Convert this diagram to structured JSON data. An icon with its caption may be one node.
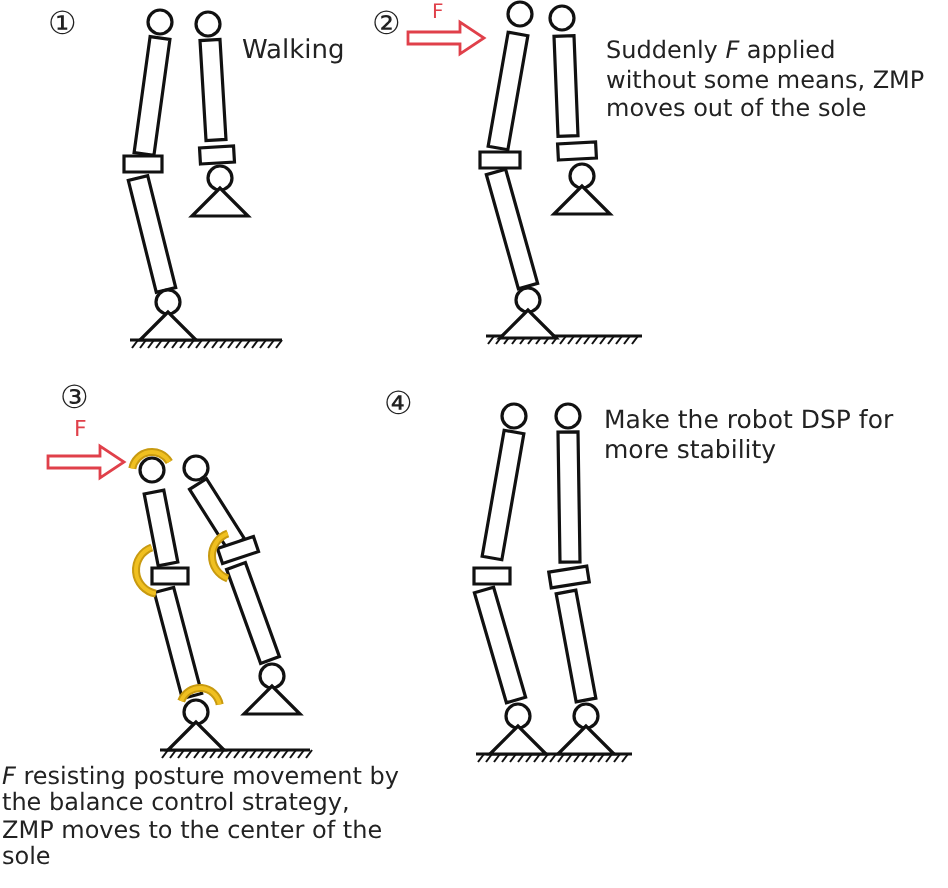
{
  "diagram": {
    "labels": [
      "①",
      "Walking",
      "②",
      "F",
      "Suddenly *F* applied without some means, ZMP moves out of the sole",
      "③",
      "F",
      "*F* resisting posture movement by the balance control strategy, ZMP moves to the center of the sole",
      "④",
      "Make the robot DSP for more stability"
    ]
  }
}
